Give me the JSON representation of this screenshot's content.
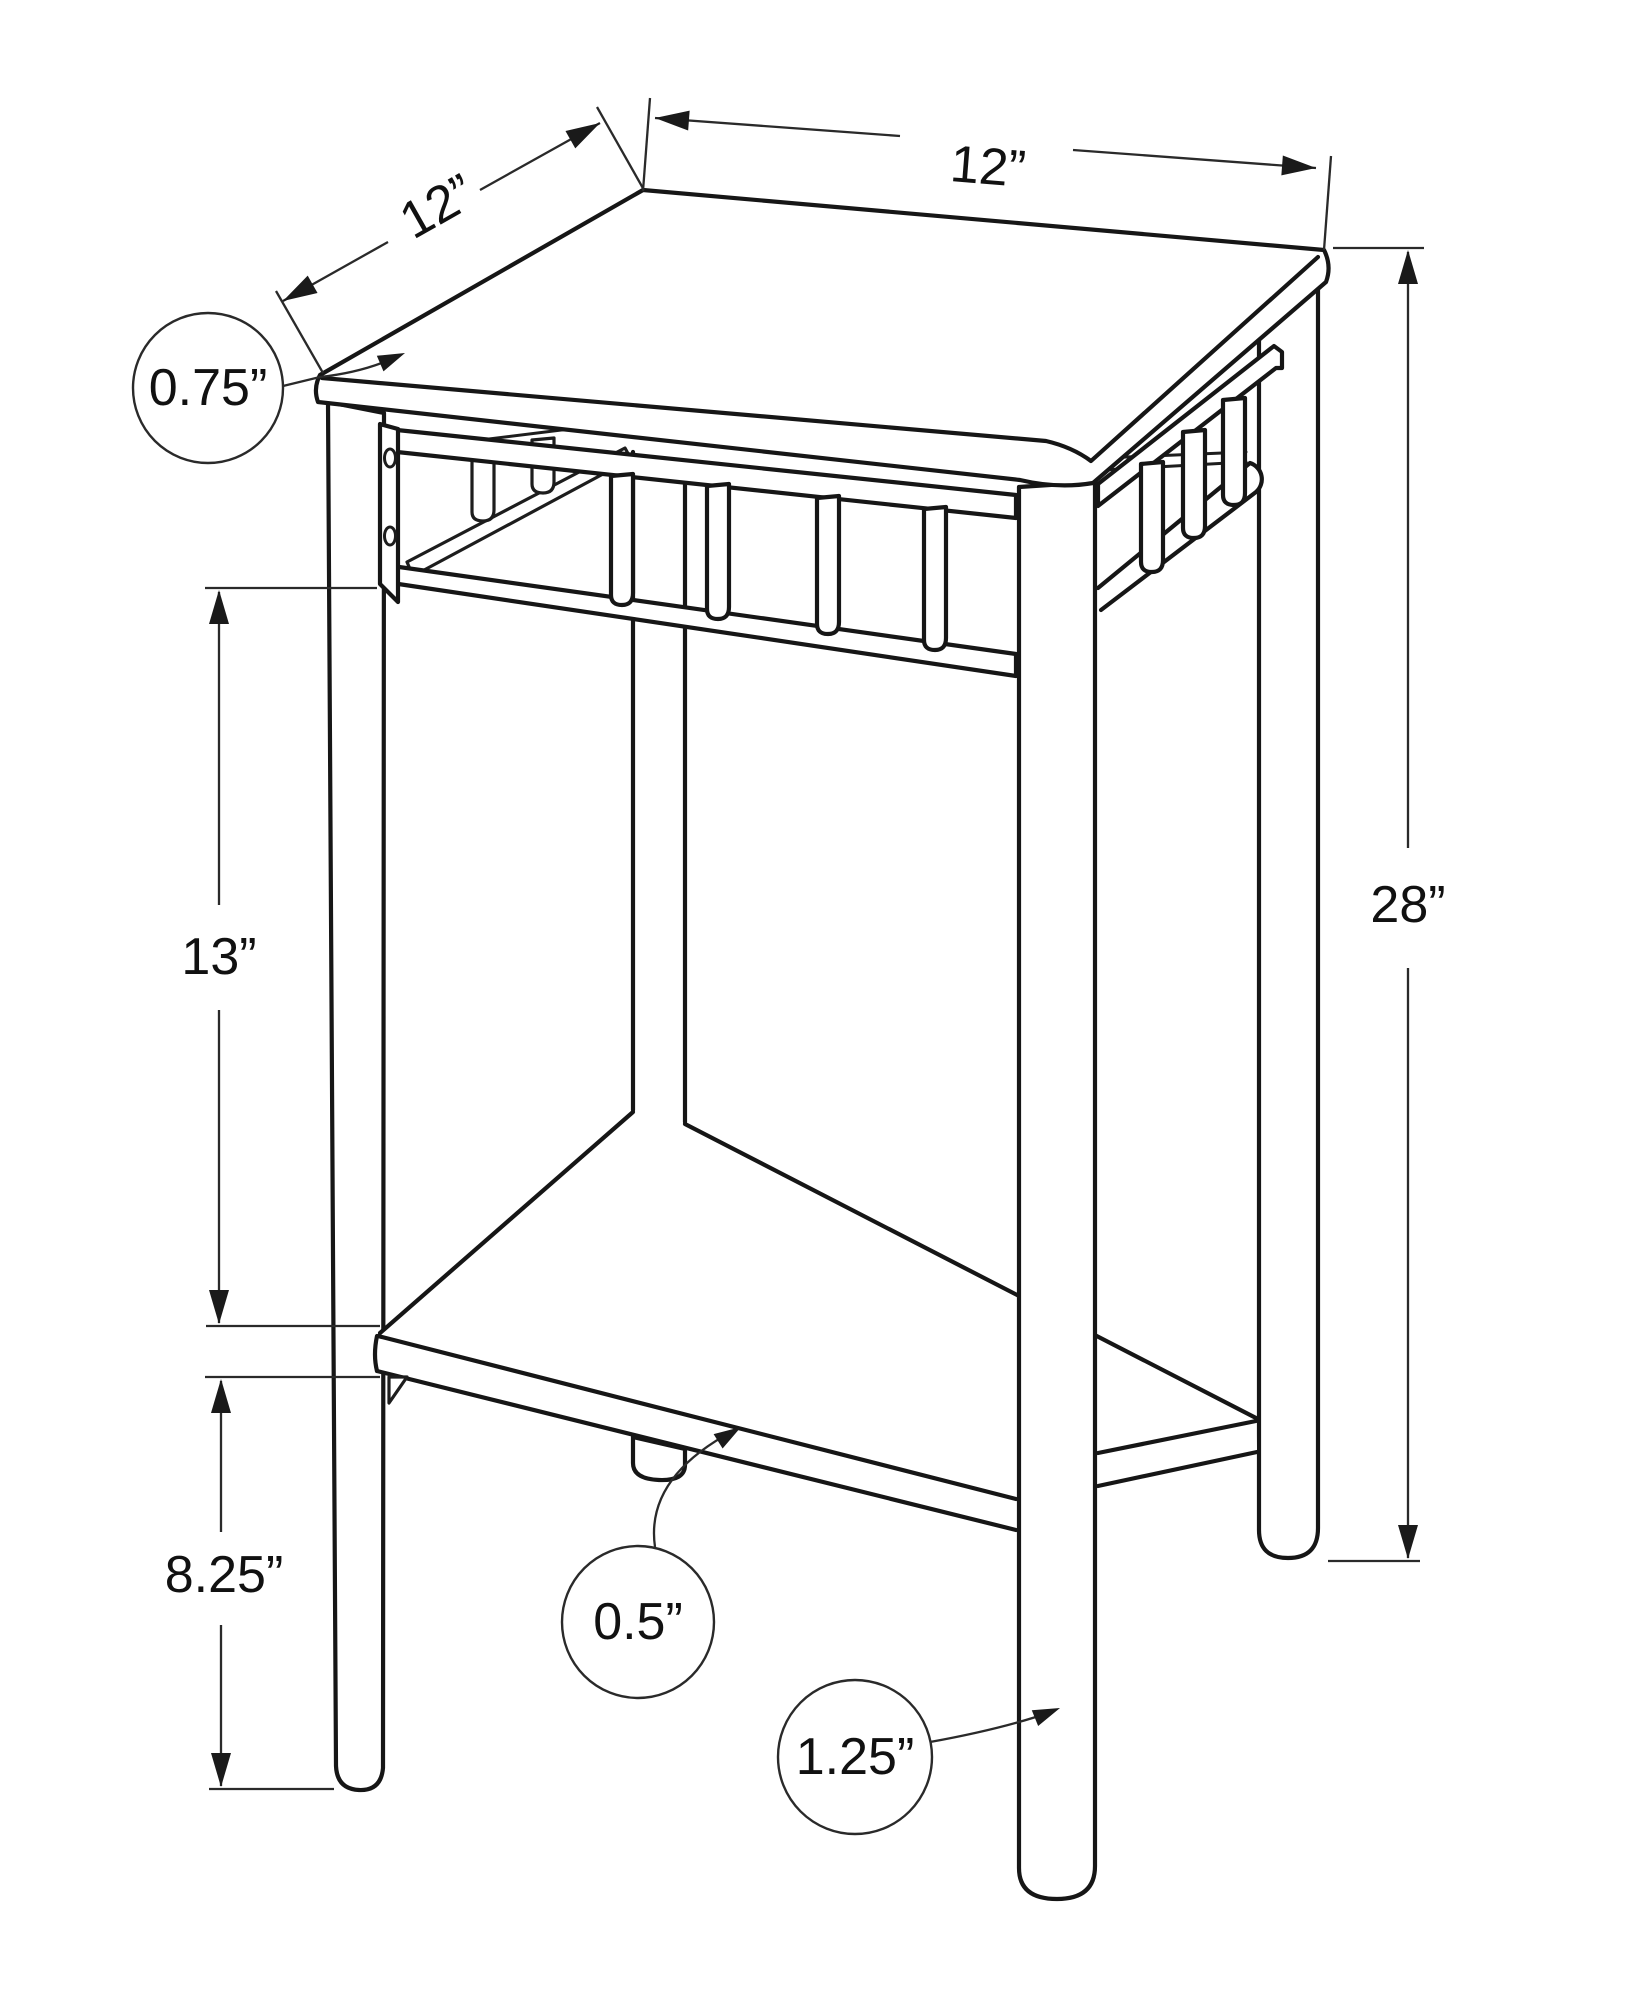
{
  "diagram": {
    "type": "technical-dimension-drawing",
    "subject": "square accent table with slatted apron and lower shelf",
    "units": "inches",
    "dimensions": {
      "top_depth": {
        "label": "12”"
      },
      "top_width": {
        "label": "12”"
      },
      "top_thickness": {
        "label": "0.75”"
      },
      "open_clearance": {
        "label": "13”"
      },
      "overall_height": {
        "label": "28”"
      },
      "shelf_clearance": {
        "label": "8.25”"
      },
      "shelf_thickness": {
        "label": "0.5”"
      },
      "leg_diameter": {
        "label": "1.25”"
      }
    }
  }
}
